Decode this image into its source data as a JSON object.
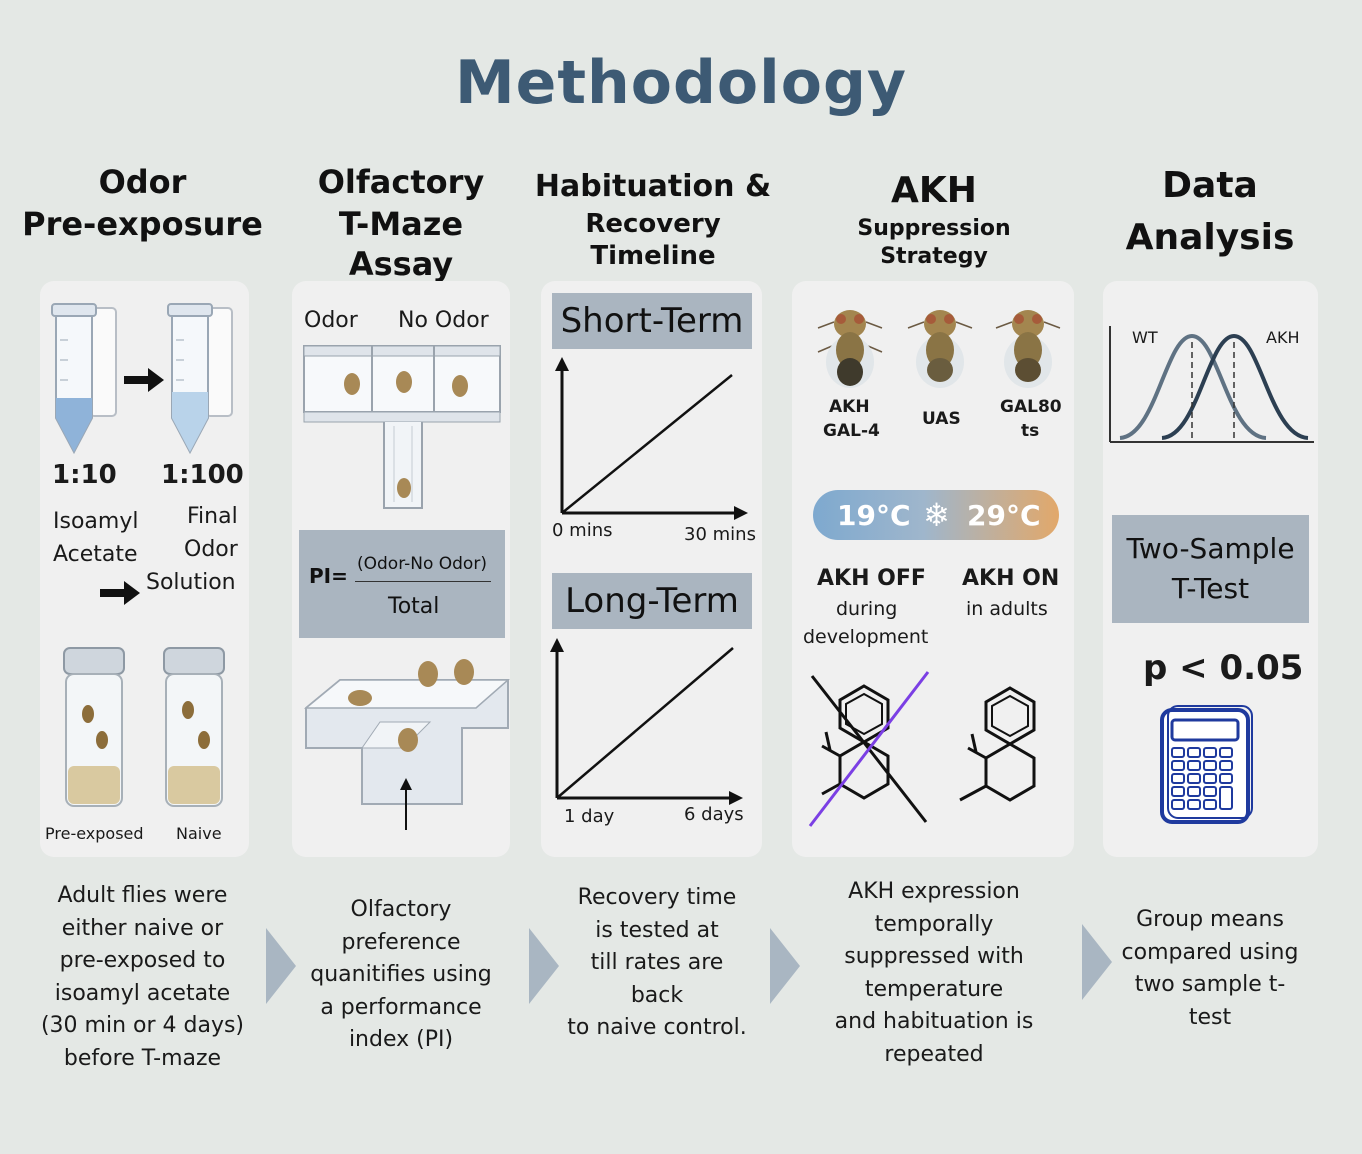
{
  "title": "Methodology",
  "columns": [
    {
      "heading_line1": "Odor",
      "heading_line2": "Pre-exposure",
      "ratio_1": "1:10",
      "ratio_2": "1:100",
      "label_isoamyl_1": "Isoamyl",
      "label_isoamyl_2": "Acetate",
      "label_final_1": "Final",
      "label_final_2": "Odor",
      "label_final_3": "Solution",
      "label_preexposed": "Pre-exposed",
      "label_naive": "Naive",
      "description": [
        "Adult flies were",
        "either naive or",
        "pre-exposed to",
        "isoamyl acetate",
        "(30 min or 4 days)",
        "before T-maze"
      ]
    },
    {
      "heading_line1": "Olfactory",
      "heading_line2": "T-Maze Assay",
      "label_odor": "Odor",
      "label_no_odor": "No Odor",
      "pi_prefix": "PI=",
      "pi_numerator": "(Odor-No Odor)",
      "pi_denominator": "Total",
      "description": [
        "Olfactory",
        "preference",
        "quanitifies using",
        "a performance",
        "index (PI)"
      ]
    },
    {
      "heading_line1": "Habituation &",
      "heading_line2": "Recovery Timeline",
      "short_term_label": "Short-Term",
      "short_start": "0 mins",
      "short_end": "30 mins",
      "long_term_label": "Long-Term",
      "long_start": "1 day",
      "long_end": "6 days",
      "description": [
        "Recovery time",
        "is tested at",
        "till rates are",
        "back",
        "to naive control."
      ]
    },
    {
      "heading_line1": "AKH",
      "heading_line2": "Suppression Strategy",
      "fly_1_line1": "AKH",
      "fly_1_line2": "GAL-4",
      "fly_2": "UAS",
      "fly_3_line1": "GAL80",
      "fly_3_line2": "ts",
      "temp_low": "19°C",
      "temp_high": "29°C",
      "akh_off": "AKH OFF",
      "akh_off_sub1": "during",
      "akh_off_sub2": "development",
      "akh_on": "AKH ON",
      "akh_on_sub": "in adults",
      "description": [
        "AKH expression",
        "temporally",
        "suppressed with",
        "temperature",
        "and habituation is",
        "repeated"
      ]
    },
    {
      "heading_line1": "Data",
      "heading_line2": "Analysis",
      "dist_label_1": "WT",
      "dist_label_2": "AKH",
      "test_line1": "Two-Sample",
      "test_line2": "T-Test",
      "p_value": "p < 0.05",
      "description": [
        "Group means",
        "compared using",
        "two sample t-",
        "test"
      ]
    }
  ],
  "colors": {
    "background": "#e4e8e5",
    "title": "#3d5a74",
    "panel": "#f0f0f0",
    "label_box": "#aab5c0",
    "chevron": "#a9b6c2",
    "temp_cold": "#7ea9cf",
    "temp_warm": "#e2a86a",
    "strike_line": "#7b3fe4",
    "calculator": "#1f3a9e"
  },
  "icons": [
    "test-tube-icon",
    "arrow-right-icon",
    "vial-icon",
    "fly-icon",
    "t-maze-icon",
    "snowflake-icon",
    "molecule-icon",
    "calculator-icon",
    "chevron-right-icon"
  ]
}
